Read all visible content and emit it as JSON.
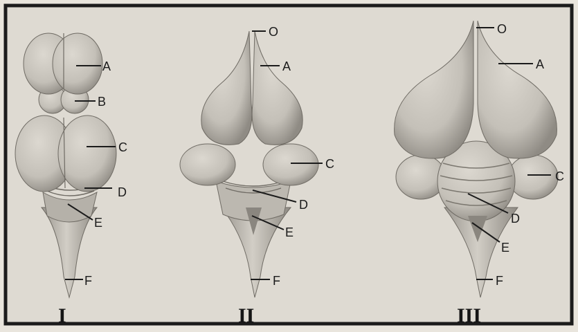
{
  "figure": {
    "panels": [
      {
        "numeral": "I",
        "labels": {
          "A": "A",
          "B": "B",
          "C": "C",
          "D": "D",
          "E": "E",
          "F": "F"
        }
      },
      {
        "numeral": "II",
        "labels": {
          "O": "O",
          "A": "A",
          "C": "C",
          "D": "D",
          "E": "E",
          "F": "F"
        }
      },
      {
        "numeral": "III",
        "labels": {
          "O": "O",
          "A": "A",
          "C": "C",
          "D": "D",
          "E": "E",
          "F": "F"
        }
      }
    ]
  },
  "colors": {
    "paper": "#e9e5dd",
    "plate": "#dedad2",
    "frame": "#1c1c1c",
    "brain_fill": "#c9c5bd",
    "brain_shadow": "#8e8a83",
    "ink": "#1b1b1b"
  }
}
